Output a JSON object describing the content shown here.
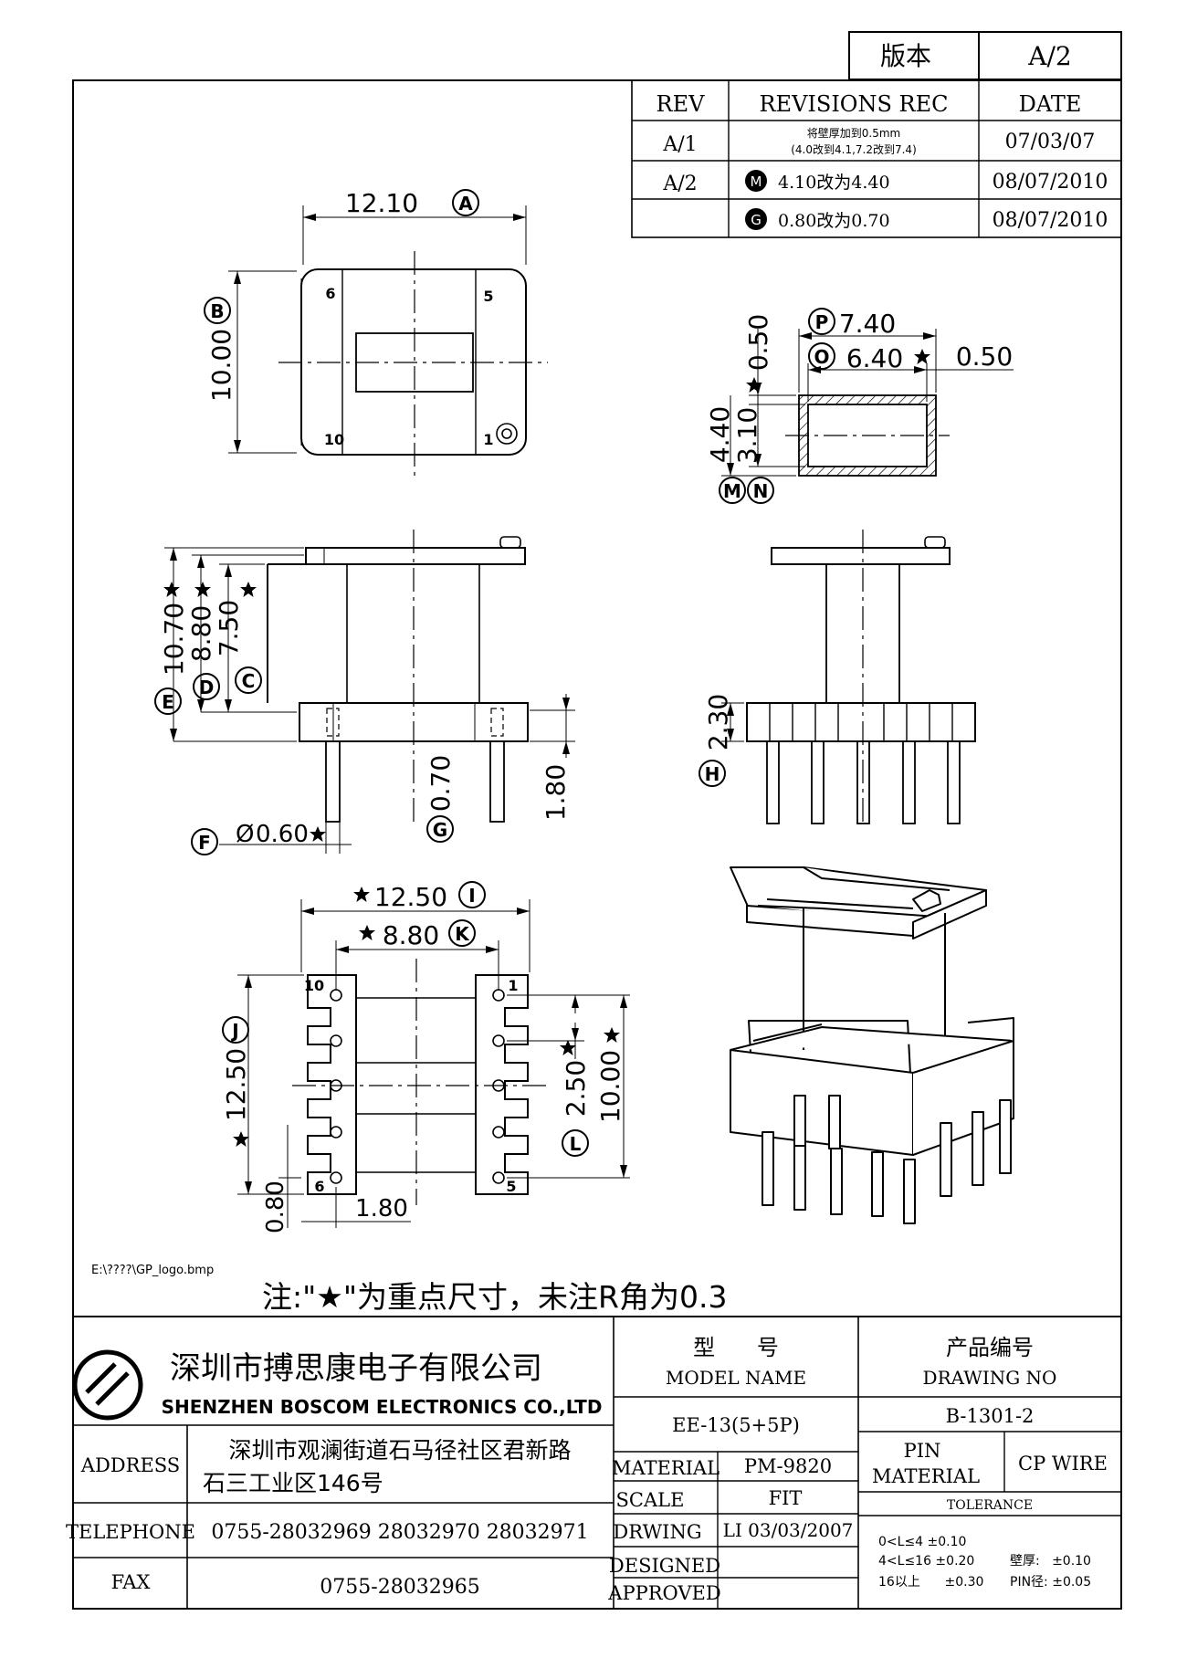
{
  "version_box": {
    "label": "版本",
    "value": "A/2"
  },
  "revisions": {
    "headers": [
      "REV",
      "REVISIONS REC",
      "DATE"
    ],
    "rows": [
      {
        "rev": "A/1",
        "rec_line1": "将壁厚加到0.5mm",
        "rec_line2": "(4.0改到4.1,7.2改到7.4)",
        "mark": "",
        "date": "07/03/07"
      },
      {
        "rev": "A/2",
        "rec_line1": "4.10改为4.40",
        "rec_line2": "",
        "mark": "M",
        "date": "08/07/2010"
      },
      {
        "rev": "",
        "rec_line1": "0.80改为0.70",
        "rec_line2": "",
        "mark": "G",
        "date": "08/07/2010"
      }
    ]
  },
  "dimensions": {
    "top_width": "12.10",
    "top_width_mark": "A",
    "top_height": "10.00",
    "top_height_mark": "B",
    "pin6": "6",
    "pin5": "5",
    "pin10": "10",
    "pin1": "1",
    "sec_p": "7.40",
    "sec_p_mark": "P",
    "sec_o": "6.40",
    "sec_o_mark": "O",
    "sec_wall": "0.50",
    "sec_wall_v": "0.50",
    "sec_h1": "4.40",
    "sec_h2": "3.10",
    "sec_m": "M",
    "sec_n": "N",
    "front_e": "10.70",
    "front_e_mark": "E",
    "front_d": "8.80",
    "front_d_mark": "D",
    "front_c": "7.50",
    "front_c_mark": "C",
    "front_pin": "0.60",
    "front_pin_mark": "F",
    "front_g": "0.70",
    "front_g_mark": "G",
    "front_h": "1.80",
    "side_h": "2.30",
    "side_h_mark": "H",
    "bot_i": "12.50",
    "bot_i_mark": "I",
    "bot_k": "8.80",
    "bot_k_mark": "K",
    "bot_j": "12.50",
    "bot_j_mark": "J",
    "bot_l": "2.50",
    "bot_l_mark": "L",
    "bot_h": "10.00",
    "bot_080": "0.80",
    "bot_180": "1.80",
    "bot_pin10": "10",
    "bot_pin1": "1",
    "bot_pin6": "6",
    "bot_pin5": "5"
  },
  "logo_path": "E:\\????\\GP_logo.bmp",
  "note": "注:\"★\"为重点尺寸，未注R角为0.3",
  "company": {
    "name_cn": "深圳市搏思康电子有限公司",
    "name_en": "SHENZHEN BOSCOM ELECTRONICS CO.,LTD"
  },
  "address": {
    "label": "ADDRESS",
    "line1": "深圳市观澜街道石马径社区君新路",
    "line2": "石三工业区146号"
  },
  "telephone": {
    "label": "TELEPHONE",
    "value": "0755-28032969 28032970 28032971"
  },
  "fax": {
    "label": "FAX",
    "value": "0755-28032965"
  },
  "model": {
    "label_cn": "型      号",
    "label_en": "MODEL NAME",
    "value": "EE-13(5+5P)"
  },
  "drawing": {
    "label_cn": "产品编号",
    "label_en": "DRAWING NO",
    "value": "B-1301-2"
  },
  "material": {
    "label": "MATERIAL",
    "value": "PM-9820"
  },
  "scale": {
    "label": "SCALE",
    "value": "FIT"
  },
  "drwing": {
    "label": "DRWING",
    "value": "LI 03/03/2007"
  },
  "designed": {
    "label": "DESIGNED"
  },
  "approved": {
    "label": "APPROVED"
  },
  "pin_material": {
    "label1": "PIN",
    "label2": "MATERIAL",
    "value": "CP WIRE"
  },
  "tolerance": {
    "label": "TOLERANCE",
    "r1": "0<L≤4  ±0.10",
    "r2": "4<L≤16  ±0.20",
    "r3": "16以上      ±0.30",
    "wall": "壁厚:   ±0.10",
    "pin": "PIN径: ±0.05"
  }
}
